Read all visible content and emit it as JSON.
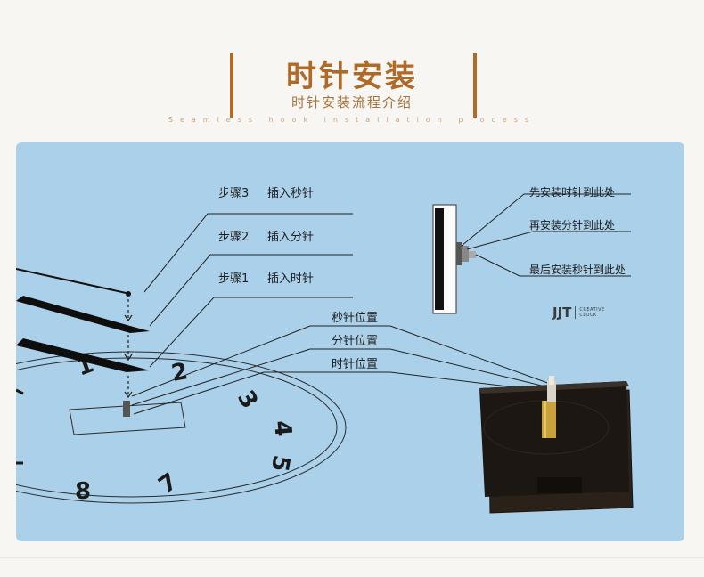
{
  "header": {
    "title": "时针安装",
    "subtitle": "时针安装流程介绍",
    "tagline": "Seamless hook installation process"
  },
  "steps": [
    {
      "label": "步骤3",
      "action": "插入秒针"
    },
    {
      "label": "步骤2",
      "action": "插入分针"
    },
    {
      "label": "步骤1",
      "action": "插入时针"
    }
  ],
  "positions": {
    "second": "秒针位置",
    "minute": "分针位置",
    "hour": "时针位置"
  },
  "movement_side": {
    "hour_here": "先安装时针到此处",
    "minute_here": "再安装分针到此处",
    "second_here": "最后安装秒针到此处"
  },
  "brand": {
    "logo": "JJT",
    "line1": "CREATIVE",
    "line2": "CLOCK"
  },
  "dial_numbers": [
    "1",
    "2",
    "3",
    "4",
    "5",
    "7",
    "8"
  ],
  "colors": {
    "accent": "#b06a28",
    "panel": "#abd1ea"
  }
}
